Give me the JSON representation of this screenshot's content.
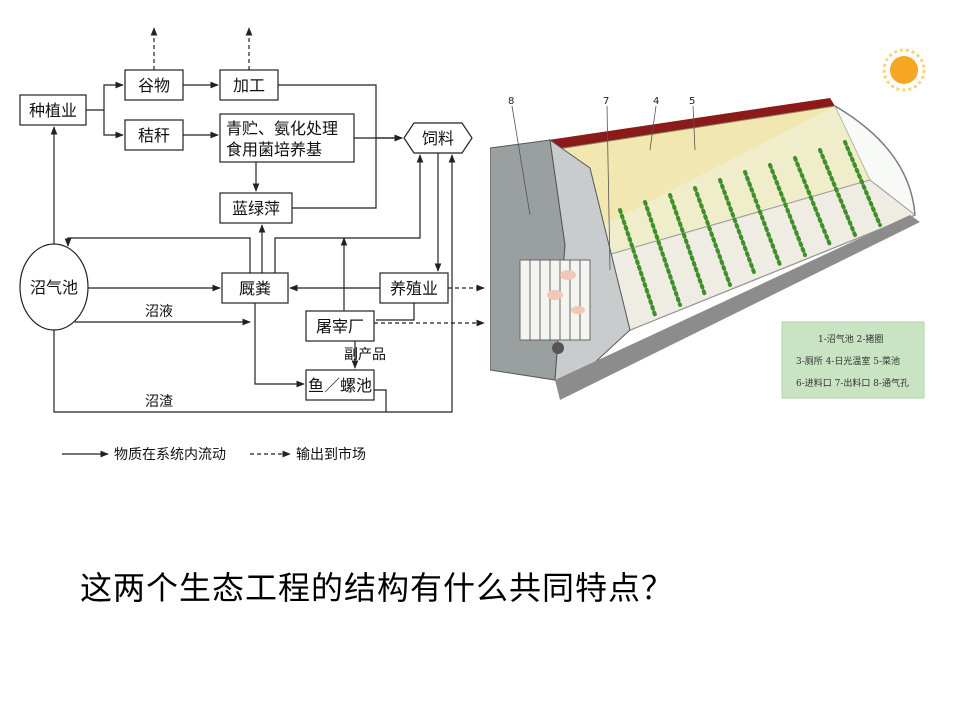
{
  "diagram": {
    "nodes": {
      "zhongzhi": "种植业",
      "guwu": "谷物",
      "jiagong": "加工",
      "jiegan": "秸秆",
      "qingzhu_line1": "青贮、氨化处理",
      "qingzhu_line2": "食用菌培养基",
      "siliao": "饲料",
      "lanlvping": "蓝绿萍",
      "zhaoqichi": "沼气池",
      "jifen": "厩粪",
      "yangzhi": "养殖业",
      "tuzai": "屠宰厂",
      "yuluo": "鱼／螺池"
    },
    "edge_labels": {
      "zhaoye": "沼液",
      "zhaozha": "沼渣",
      "fuchanpin": "副产品"
    },
    "legend": {
      "solid": "物质在系统内流动",
      "dashed": "输出到市场"
    }
  },
  "greenhouse": {
    "callouts": [
      "8",
      "7",
      "4",
      "5"
    ],
    "legend_lines": [
      "1-沼气池 2-猪圈",
      "3-厕所 4-日光温室 5-菜池",
      "6-进料口 7-出料口 8-通气孔"
    ],
    "colors": {
      "legend_bg": "#c9e4c3",
      "sun": "#f5a623",
      "roof": "#8b1a1a",
      "plants": "#3f8f2a"
    }
  },
  "question": "这两个生态工程的结构有什么共同特点？"
}
